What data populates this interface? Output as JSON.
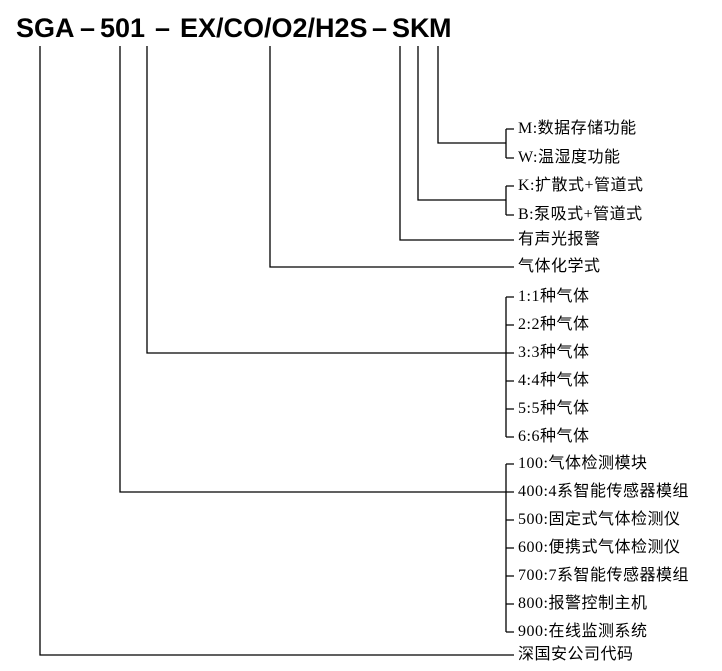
{
  "model_code": {
    "company": "SGA",
    "dash": "–",
    "series_digits": "501",
    "gas_formula": "EX/CO/O2/H2S",
    "alarm_letter": "S",
    "sampling_letter": "K",
    "function_letter": "M"
  },
  "legend": {
    "function_options": [
      "M:数据存储功能",
      "W:温湿度功能"
    ],
    "sampling_options": [
      "K:扩散式+管道式",
      "B:泵吸式+管道式"
    ],
    "alarm_label": "有声光报警",
    "gas_formula_label": "气体化学式",
    "gas_count_options": [
      "1:1种气体",
      "2:2种气体",
      "3:3种气体",
      "4:4种气体",
      "5:5种气体",
      "6:6种气体"
    ],
    "series_options": [
      "100:气体检测模块",
      "400:4系智能传感器模组",
      "500:固定式气体检测仪",
      "600:便携式气体检测仪",
      "700:7系智能传感器模组",
      "800:报警控制主机",
      "900:在线监测系统"
    ],
    "company_label": "深国安公司代码"
  },
  "colors": {
    "line": "#000000",
    "text": "#000000",
    "background": "#ffffff"
  }
}
